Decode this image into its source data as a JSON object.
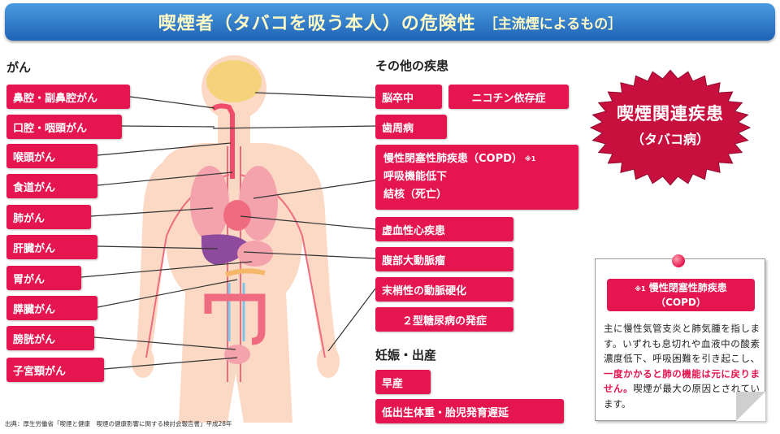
{
  "title": {
    "main": "喫煙者（タバコを吸う本人）の危険性",
    "sub": "［主流煙によるもの］"
  },
  "sections": {
    "cancer": "がん",
    "other": "その他の疾患",
    "pregnancy": "妊娠・出産"
  },
  "cancers": [
    "鼻腔・副鼻腔がん",
    "口腔・咽頭がん",
    "喉頭がん",
    "食道がん",
    "肺がん",
    "肝臓がん",
    "胃がん",
    "膵臓がん",
    "膀胱がん",
    "子宮頸がん"
  ],
  "other_diseases": {
    "stroke": "脳卒中",
    "nicotine": "ニコチン依存症",
    "periodontal": "歯周病",
    "copd": "慢性閉塞性肺疾患（COPD）",
    "copd_mark": "※1",
    "lung_function": "呼吸機能低下",
    "tb": "結核（死亡）",
    "ischemic": "虚血性心疾患",
    "aneurysm": "腹部大動脈瘤",
    "pad": "末梢性の動脈硬化",
    "diabetes": "２型糖尿病の発症"
  },
  "pregnancy_items": [
    "早産",
    "低出生体重・胎児発育遅延"
  ],
  "badge": {
    "line1": "喫煙関連疾患",
    "line2": "（タバコ病）"
  },
  "note": {
    "mark": "※1",
    "title1": "慢性閉塞性肺疾患",
    "title2": "（COPD）",
    "body_pre": "主に慢性気管支炎と肺気腫を指します。いずれも息切れや血液中の酸素濃度低下、呼吸困難を引き起こし、",
    "body_highlight": "一度かかると肺の機能は元に戻りません。",
    "body_post": "喫煙が最大の原因とされています。"
  },
  "source": "出典：厚生労働省「喫煙と健康　喫煙の健康影響に関する検討会報告書」平成28年",
  "colors": {
    "accent": "#e5154f",
    "banner": "#1f63b5",
    "banner_text": "#fff9c4",
    "skin": "#fcd9c4"
  }
}
